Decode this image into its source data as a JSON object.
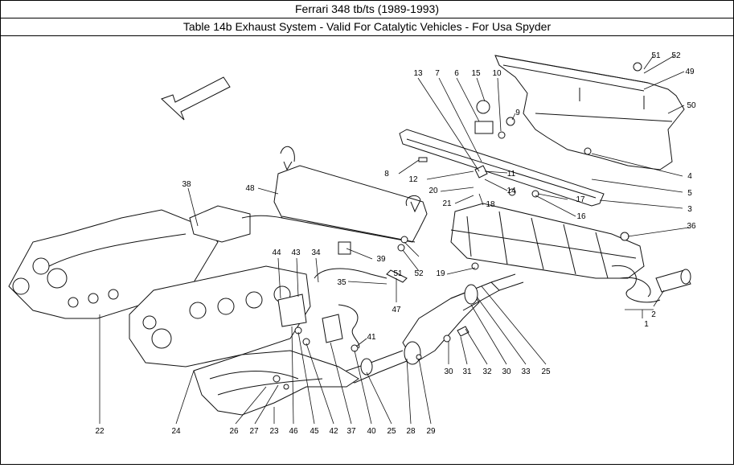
{
  "header": {
    "model": "Ferrari 348 tb/ts (1989-1993)",
    "table_title": "Table 14b Exhaust System - Valid For Catalytic Vehicles - For Usa Spyder"
  },
  "diagram": {
    "part_labels": [
      "1",
      "2",
      "4",
      "3",
      "5",
      "6",
      "7",
      "8",
      "9",
      "10",
      "11",
      "12",
      "13",
      "14",
      "15",
      "16",
      "17",
      "18",
      "19",
      "20",
      "21",
      "22",
      "23",
      "24",
      "25",
      "25",
      "26",
      "27",
      "28",
      "29",
      "30",
      "30",
      "31",
      "32",
      "33",
      "34",
      "35",
      "36",
      "37",
      "38",
      "39",
      "40",
      "41",
      "42",
      "43",
      "44",
      "45",
      "46",
      "47",
      "48",
      "49",
      "50",
      "51",
      "52",
      "52"
    ]
  }
}
